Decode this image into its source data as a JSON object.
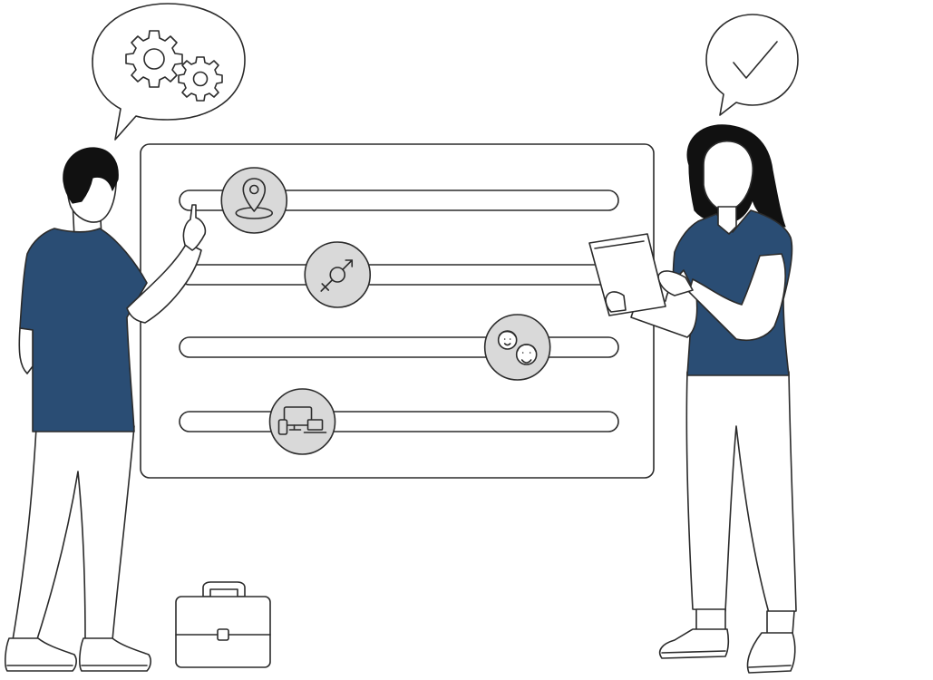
{
  "colors": {
    "shirt": "#2a4d74",
    "outline": "#2b2b2b",
    "hair": "#111111",
    "knob_fill": "#d9d9d9",
    "background": "#ffffff"
  },
  "sliders": [
    {
      "icon": "location-pin-icon",
      "value": 0.17
    },
    {
      "icon": "gender-icon",
      "value": 0.36
    },
    {
      "icon": "age-faces-icon",
      "value": 0.77
    },
    {
      "icon": "devices-icon",
      "value": 0.28
    }
  ],
  "bubbles": [
    {
      "icon": "gears-icon"
    },
    {
      "icon": "checkmark-icon"
    }
  ]
}
